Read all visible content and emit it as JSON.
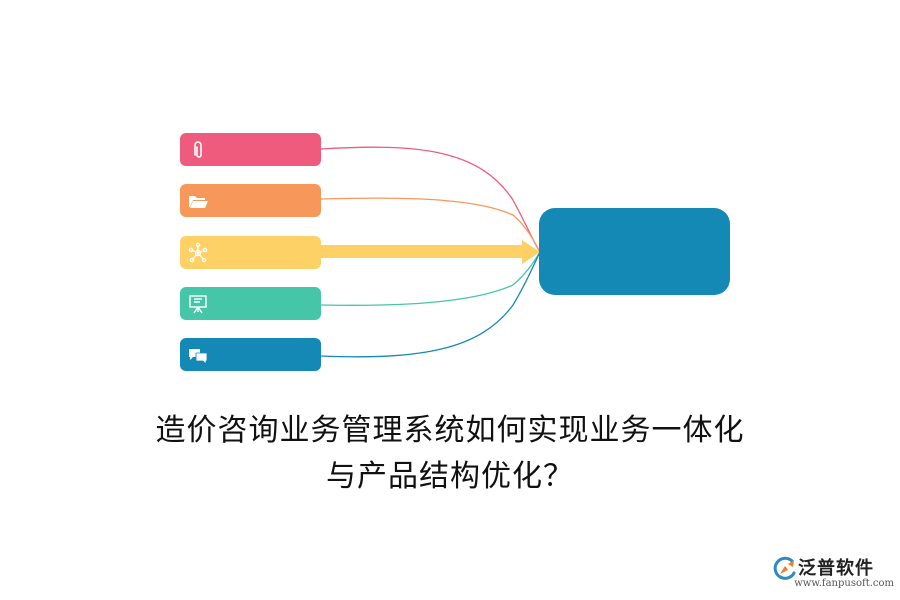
{
  "diagram": {
    "items": [
      {
        "icon": "paperclip-icon",
        "color": "#EE5B7D"
      },
      {
        "icon": "folder-icon",
        "color": "#F7985A"
      },
      {
        "icon": "network-icon",
        "color": "#FDD166"
      },
      {
        "icon": "presentation-board-icon",
        "color": "#45C6A8"
      },
      {
        "icon": "chat-bubbles-icon",
        "color": "#1489B5"
      }
    ],
    "target_color": "#1489B5",
    "arrow_color": "#FDD166"
  },
  "title": {
    "line1": "造价咨询业务管理系统如何实现业务一体化",
    "line2": "与产品结构优化？"
  },
  "logo": {
    "name": "泛普软件",
    "url": "www.fanpusoft.com",
    "icon": "fanpu-logo-icon"
  }
}
